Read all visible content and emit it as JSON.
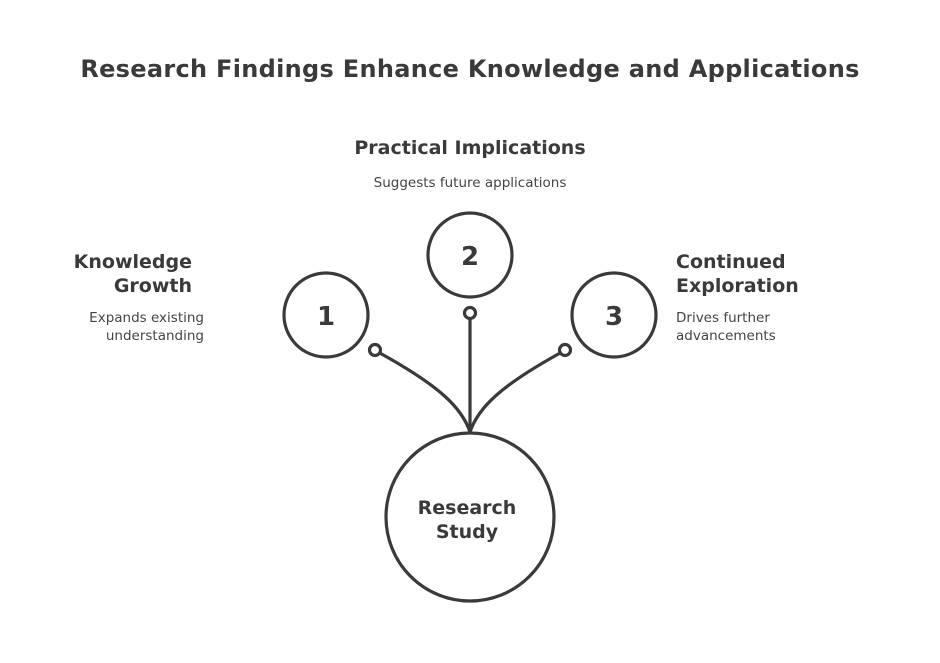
{
  "title": "Research Findings Enhance Knowledge and Applications",
  "center": {
    "line1": "Research",
    "line2": "Study"
  },
  "branches": [
    {
      "number": "1",
      "heading_lines": [
        "Knowledge",
        "Growth"
      ],
      "description_lines": [
        "Expands existing",
        "understanding"
      ]
    },
    {
      "number": "2",
      "heading_lines": [
        "Practical Implications"
      ],
      "description_lines": [
        "Suggests future applications"
      ]
    },
    {
      "number": "3",
      "heading_lines": [
        "Continued",
        "Exploration"
      ],
      "description_lines": [
        "Drives further",
        "advancements"
      ]
    }
  ],
  "colors": {
    "stroke": "#3a3a3a",
    "text": "#3a3a3a",
    "background": "#ffffff"
  }
}
